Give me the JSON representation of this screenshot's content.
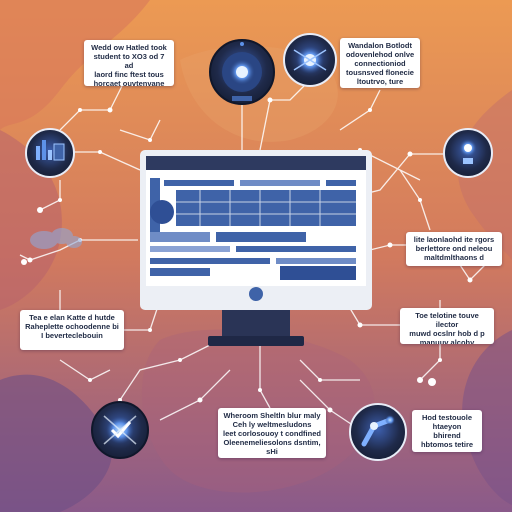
{
  "callouts": {
    "top_left": "Wedd ow Hatled took\nstudent to XO3 od 7 ad\nlaord finc ftest tous\nhorcaet ouvtenvane",
    "top_right": "Wandalon Botlodt\nodovenlehod onlve\nconnectioniod\ntousnsved flonecie\nltoutrvo, ture",
    "middle_right": "lite laonlaohd ite rgors\nberlettore ond neleou\nmaltdmlthaons d",
    "middle_left": "Tea e elan Katte d hutde\nRaheplette ochoodenne bi\nI beverteclebouin",
    "lower_right": "Toe telotine touve ilector\nmuwd ocslnr hob d p\nmanuuv alcohy",
    "bottom_center": "Wheroom Sheltln blur maly\nCeh ly weltmesludons\nleet corlosouoy t condfined\nOleenemeliesolons dsntim, sHi",
    "bottom_right": "Hod testouole\nhtaeyon\nbhirend\nhbtomos tetire"
  },
  "icons": {
    "top_left": "analytics-chart-icon",
    "top_center": "camera-lens-icon",
    "top_right": "astronaut-helmet-icon",
    "right": "lightbulb-icon",
    "bottom_left": "shield-check-icon",
    "bottom_right": "robot-arm-icon",
    "left": "cloud-icon"
  },
  "colors": {
    "bg_top": "#ea9550",
    "bg_bottom": "#8c5a8c",
    "accent_blue": "#3f63a8",
    "node_dark": "#25304f",
    "connector": "#ffffff"
  }
}
